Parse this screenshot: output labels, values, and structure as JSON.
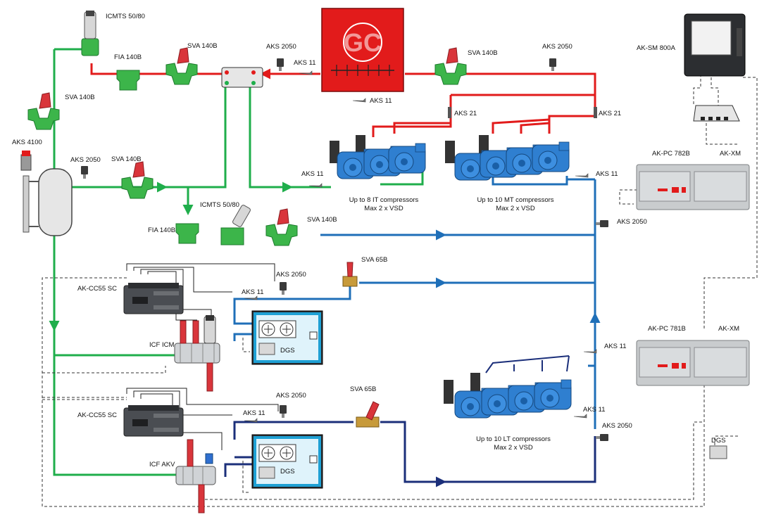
{
  "gas_cooler": {
    "logo": "GC"
  },
  "labels": {
    "icmts_top": "ICMTS 50/80",
    "fia_top": "FIA 140B",
    "sva_top_left": "SVA 140B",
    "aks2050_top": "AKS 2050",
    "aks11_top": "AKS 11",
    "aks11_below_gc": "AKS 11",
    "sva_top_right": "SVA 140B",
    "aks2050_top_right": "AKS 2050",
    "ak_sm": "AK-SM 800A",
    "sva_left": "SVA 140B",
    "aks4100": "AKS 4100",
    "aks2050_left": "AKS 2050",
    "sva_receiver": "SVA 140B",
    "aks21_left": "AKS 21",
    "aks21_right": "AKS 21",
    "aks11_it": "AKS 11",
    "aks11_mt": "AKS 11",
    "ak_pc782": "AK-PC 782B",
    "ak_xm_top": "AK-XM",
    "it_comp_1": "Up to 8 IT compressors",
    "it_comp_2": "Max 2 x VSD",
    "mt_comp_1": "Up to 10 MT compressors",
    "mt_comp_2": "Max 2 x VSD",
    "icmts_mid": "ICMTS 50/80",
    "fia_mid": "FIA 140B",
    "sva_mid": "SVA 140B",
    "aks2050_mt": "AKS 2050",
    "sva65_top": "SVA 65B",
    "akcc_top": "AK-CC55 SC",
    "aks2050_cc1": "AKS 2050",
    "aks11_cc1": "AKS 11",
    "icf_icm": "ICF ICM",
    "dgs_1": "DGS",
    "aks11_lt": "AKS 11",
    "ak_pc781": "AK-PC 781B",
    "ak_xm_bottom": "AK-XM",
    "akcc_bottom": "AK-CC55 SC",
    "aks2050_cc2": "AKS 2050",
    "aks11_cc2": "AKS 11",
    "sva65_bottom": "SVA 65B",
    "icf_akv": "ICF AKV",
    "dgs_2": "DGS",
    "aks11_lt_comp": "AKS 11",
    "aks2050_lt": "AKS 2050",
    "lt_comp_1": "Up to 10 LT compressors",
    "lt_comp_2": "Max 2 x VSD",
    "dgs_3": "DGS"
  },
  "colors": {
    "high_pressure": "#e21b1b",
    "receiver_line": "#1fae4b",
    "mt_suction": "#1f6fb8",
    "lt_suction": "#1b2f7a",
    "valve_green": "#3cb54a",
    "valve_red": "#d9353b",
    "compressor_blue": "#2f7fd0"
  }
}
